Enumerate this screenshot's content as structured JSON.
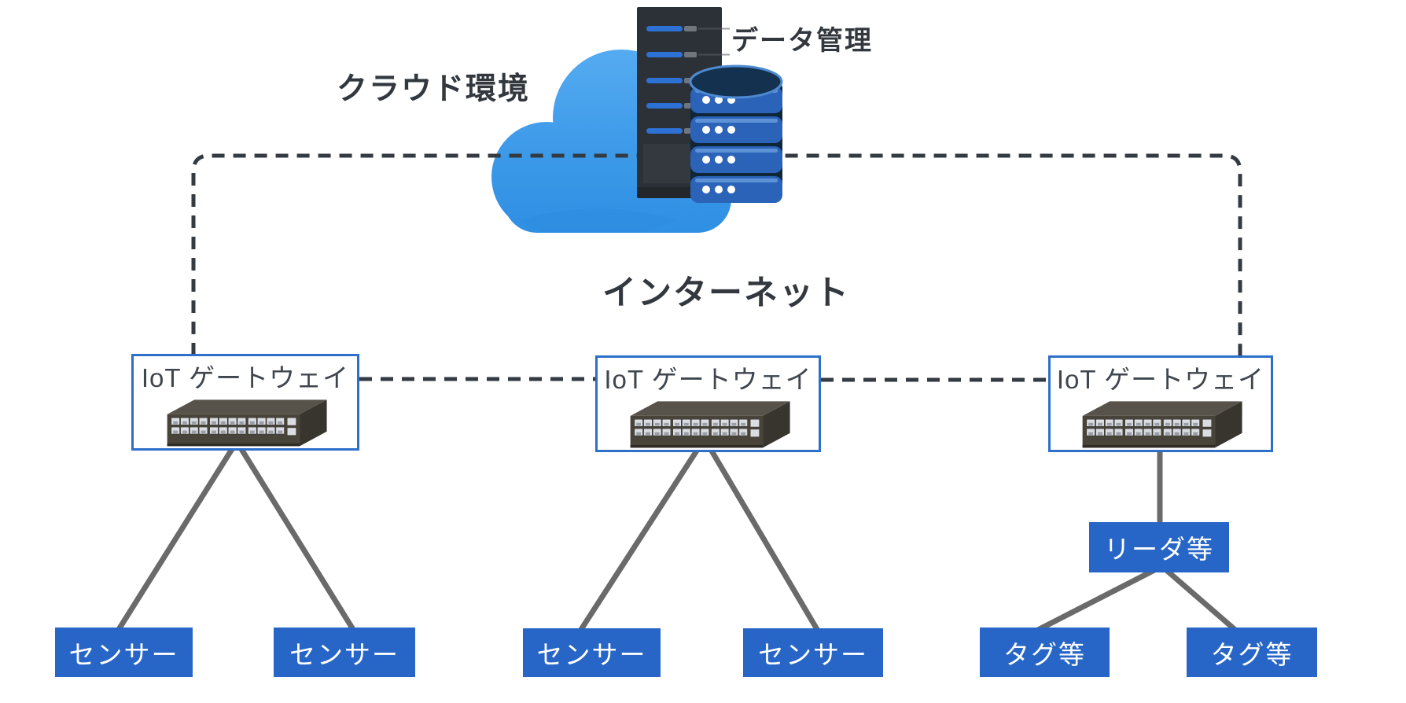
{
  "labels": {
    "cloud_env": "クラウド環境",
    "data_management": "データ管理",
    "internet": "インターネット"
  },
  "gateways": [
    {
      "label": "IoT ゲートウェイ"
    },
    {
      "label": "IoT ゲートウェイ"
    },
    {
      "label": "IoT ゲートウェイ"
    }
  ],
  "devices": {
    "sensors": [
      {
        "label": "センサー"
      },
      {
        "label": "センサー"
      },
      {
        "label": "センサー"
      },
      {
        "label": "センサー"
      }
    ],
    "reader": {
      "label": "リーダ等"
    },
    "tags": [
      {
        "label": "タグ等"
      },
      {
        "label": "タグ等"
      }
    ]
  },
  "icons": {
    "cloud": "cloud-icon",
    "server": "server-rack-icon",
    "database": "database-icon",
    "switch": "network-switch-icon"
  },
  "colors": {
    "node_blue": "#2766C7",
    "gateway_border": "#2E6FC9",
    "cloud_blue_top": "#55ABF0",
    "cloud_blue_bottom": "#2F8FE3",
    "dashed_line": "#343A42",
    "solid_line": "#6A6A6A",
    "heading_text": "#33383F",
    "gateway_text": "#3F464E",
    "node_text": "#FFFFFF"
  }
}
